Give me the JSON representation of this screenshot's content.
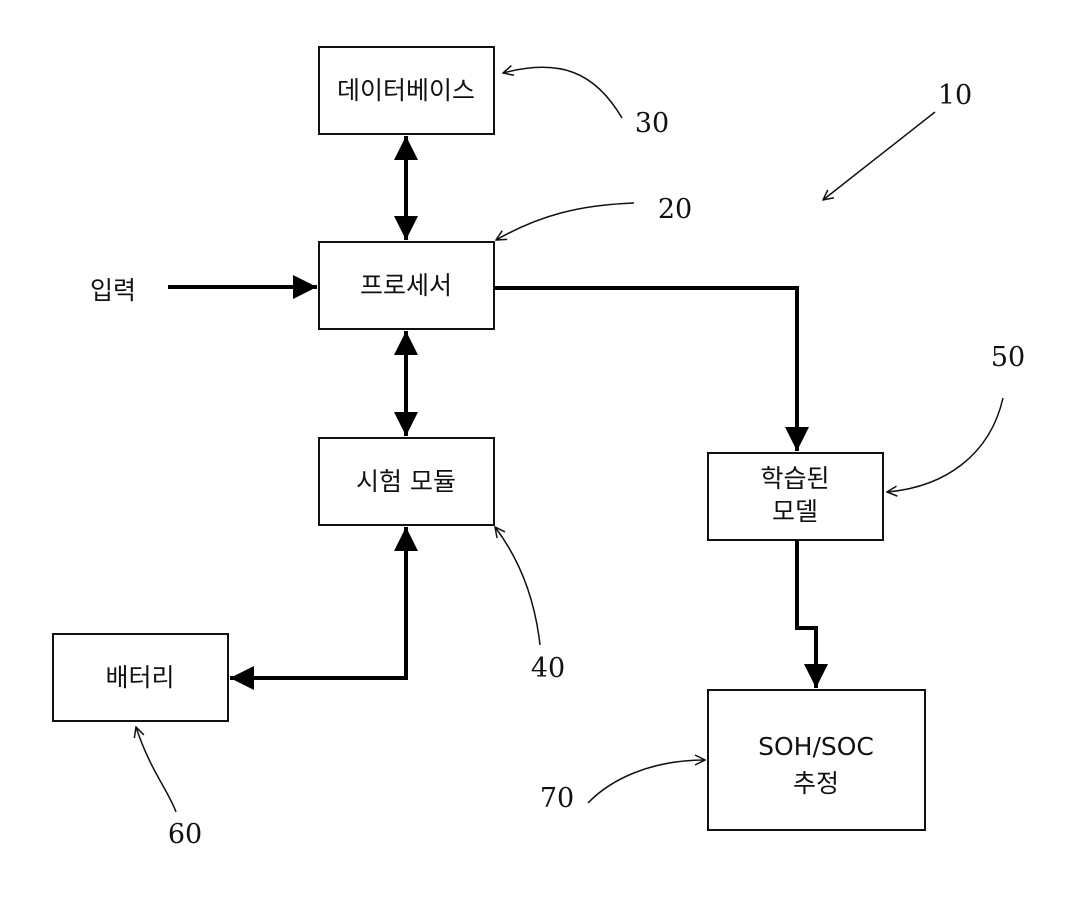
{
  "figure_ref": "10",
  "input_label": "입력",
  "boxes": {
    "database": {
      "lines": [
        "데이터베이스"
      ],
      "ref": "30"
    },
    "processor": {
      "lines": [
        "프로세서"
      ],
      "ref": "20"
    },
    "test_module": {
      "lines": [
        "시험 모듈"
      ],
      "ref": "40"
    },
    "trained_model": {
      "lines": [
        "학습된",
        "모델"
      ],
      "ref": "50"
    },
    "battery": {
      "lines": [
        "배터리"
      ],
      "ref": "60"
    },
    "estimation": {
      "lines": [
        "SOH/SOC",
        "추정"
      ],
      "ref": "70"
    }
  },
  "colors": {
    "stroke": "#111111",
    "background": "#ffffff"
  }
}
